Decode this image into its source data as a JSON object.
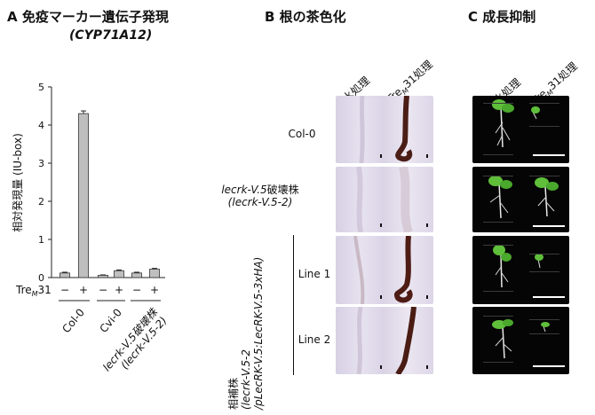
{
  "panelA": {
    "letter": "A",
    "title": "免疫マーカー遺伝子発現",
    "subtitle": "(CYP71A12)"
  },
  "panelB": {
    "letter": "B",
    "title": "根の茶色化",
    "col_headers": [
      "水処理",
      "Tre",
      "M",
      "31処理"
    ],
    "rows": {
      "col0": "Col-0",
      "mutant_line1": "lecrk-V.5",
      "mutant_line1_suffix": "破壊株",
      "mutant_line2": "(lecrk-V.5-2)",
      "line1": "Line 1",
      "line2": "Line 2",
      "comp_word": "相補株",
      "comp_l2": "(lecrk-V.5-2",
      "comp_l3": "/pLecRK-V.5:LecRK-V.5-3xHA)"
    }
  },
  "panelC": {
    "letter": "C",
    "title": "成長抑制",
    "col_headers": [
      "水処理",
      "Tre",
      "M",
      "31処理"
    ]
  },
  "chart_data": {
    "type": "bar",
    "title": "",
    "ylabel": "相対発現量 (IU-box)",
    "ylim": [
      0,
      5
    ],
    "yticks": [
      0,
      1,
      2,
      3,
      4,
      5
    ],
    "treatment_label": "Tre",
    "treatment_sub": "M",
    "treatment_suffix": "31",
    "treatment_signs": [
      "−",
      "+",
      "−",
      "+",
      "−",
      "+"
    ],
    "groups": [
      "Col-0",
      "Cvi-0",
      "lecrk-V.5破壊株 (lecrk-V.5-2)"
    ],
    "group_label_lines": [
      [
        "Col-0"
      ],
      [
        "Cvi-0"
      ],
      [
        "lecrk-V.5破壊株",
        "(lecrk-V.5-2)"
      ]
    ],
    "bars": [
      {
        "group": 0,
        "treatment": "−",
        "value": 0.12,
        "err": 0.02
      },
      {
        "group": 0,
        "treatment": "+",
        "value": 4.3,
        "err": 0.07
      },
      {
        "group": 1,
        "treatment": "−",
        "value": 0.06,
        "err": 0.01
      },
      {
        "group": 1,
        "treatment": "+",
        "value": 0.18,
        "err": 0.02
      },
      {
        "group": 2,
        "treatment": "−",
        "value": 0.12,
        "err": 0.02
      },
      {
        "group": 2,
        "treatment": "+",
        "value": 0.22,
        "err": 0.02
      }
    ],
    "grid": false,
    "bar_color": "#bfbfbf"
  }
}
